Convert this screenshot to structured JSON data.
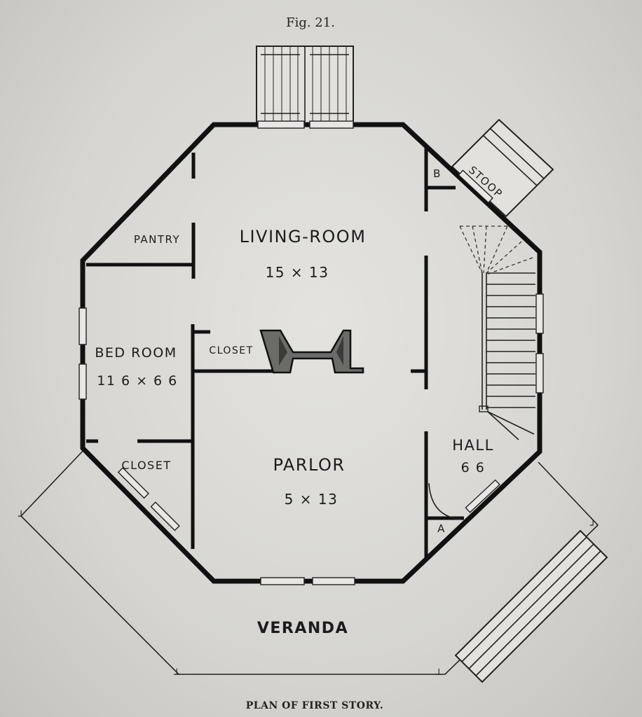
{
  "figure": {
    "number": "Fig. 21.",
    "caption": "PLAN OF FIRST STORY."
  },
  "rooms": {
    "living_room": {
      "name": "LIVING-ROOM",
      "size": "15 × 13"
    },
    "pantry": {
      "name": "PANTRY"
    },
    "bed_room": {
      "name": "BED ROOM",
      "size": "11 6 × 6 6"
    },
    "closet_center": {
      "name": "CLOSET"
    },
    "closet_left": {
      "name": "CLOSET"
    },
    "parlor": {
      "name": "PARLOR",
      "size": "5 × 13"
    },
    "hall": {
      "name": "HALL",
      "size": "6 6"
    },
    "stoop": {
      "name": "STOOP"
    },
    "veranda": {
      "name": "VERANDA"
    }
  },
  "markers": {
    "a": "A",
    "b": "B"
  }
}
